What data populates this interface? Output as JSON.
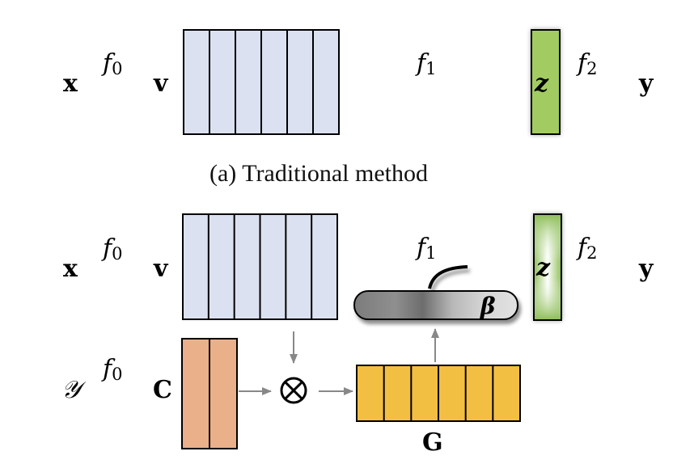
{
  "figure": {
    "panel_a": {
      "caption": "(a) Traditional method",
      "input_label": "x",
      "f0_label": "f",
      "f0_sub": "0",
      "v_label": "v",
      "f1_label": "f",
      "f1_sub": "1",
      "z_label": "z",
      "f2_label": "f",
      "f2_sub": "2",
      "output_label": "y",
      "v_block_columns": 6,
      "colors": {
        "v_block": "#dbe1f0",
        "z_block": "#a2cc62"
      }
    },
    "panel_b": {
      "input_label": "x",
      "f0_label": "f",
      "f0_sub": "0",
      "v_label": "v",
      "f1_label": "f",
      "f1_sub": "1",
      "z_label": "z",
      "f2_label": "f",
      "f2_sub": "2",
      "output_label": "y",
      "beta_label": "β",
      "label_set": "𝒴",
      "c_f0_label": "f",
      "c_f0_sub": "0",
      "c_label": "C",
      "multiply_symbol": "⊗",
      "g_label": "G",
      "v_block_columns": 6,
      "c_block_columns": 2,
      "g_block_columns": 6,
      "colors": {
        "v_block": "#dbe1f0",
        "z_block_edge": "#8fbf5a",
        "c_block": "#e9b08a",
        "g_block": "#f3bf42",
        "beta_dark": "#7a7a7a",
        "beta_light": "#dcdcdc",
        "gray_arrow": "#888888"
      }
    }
  }
}
